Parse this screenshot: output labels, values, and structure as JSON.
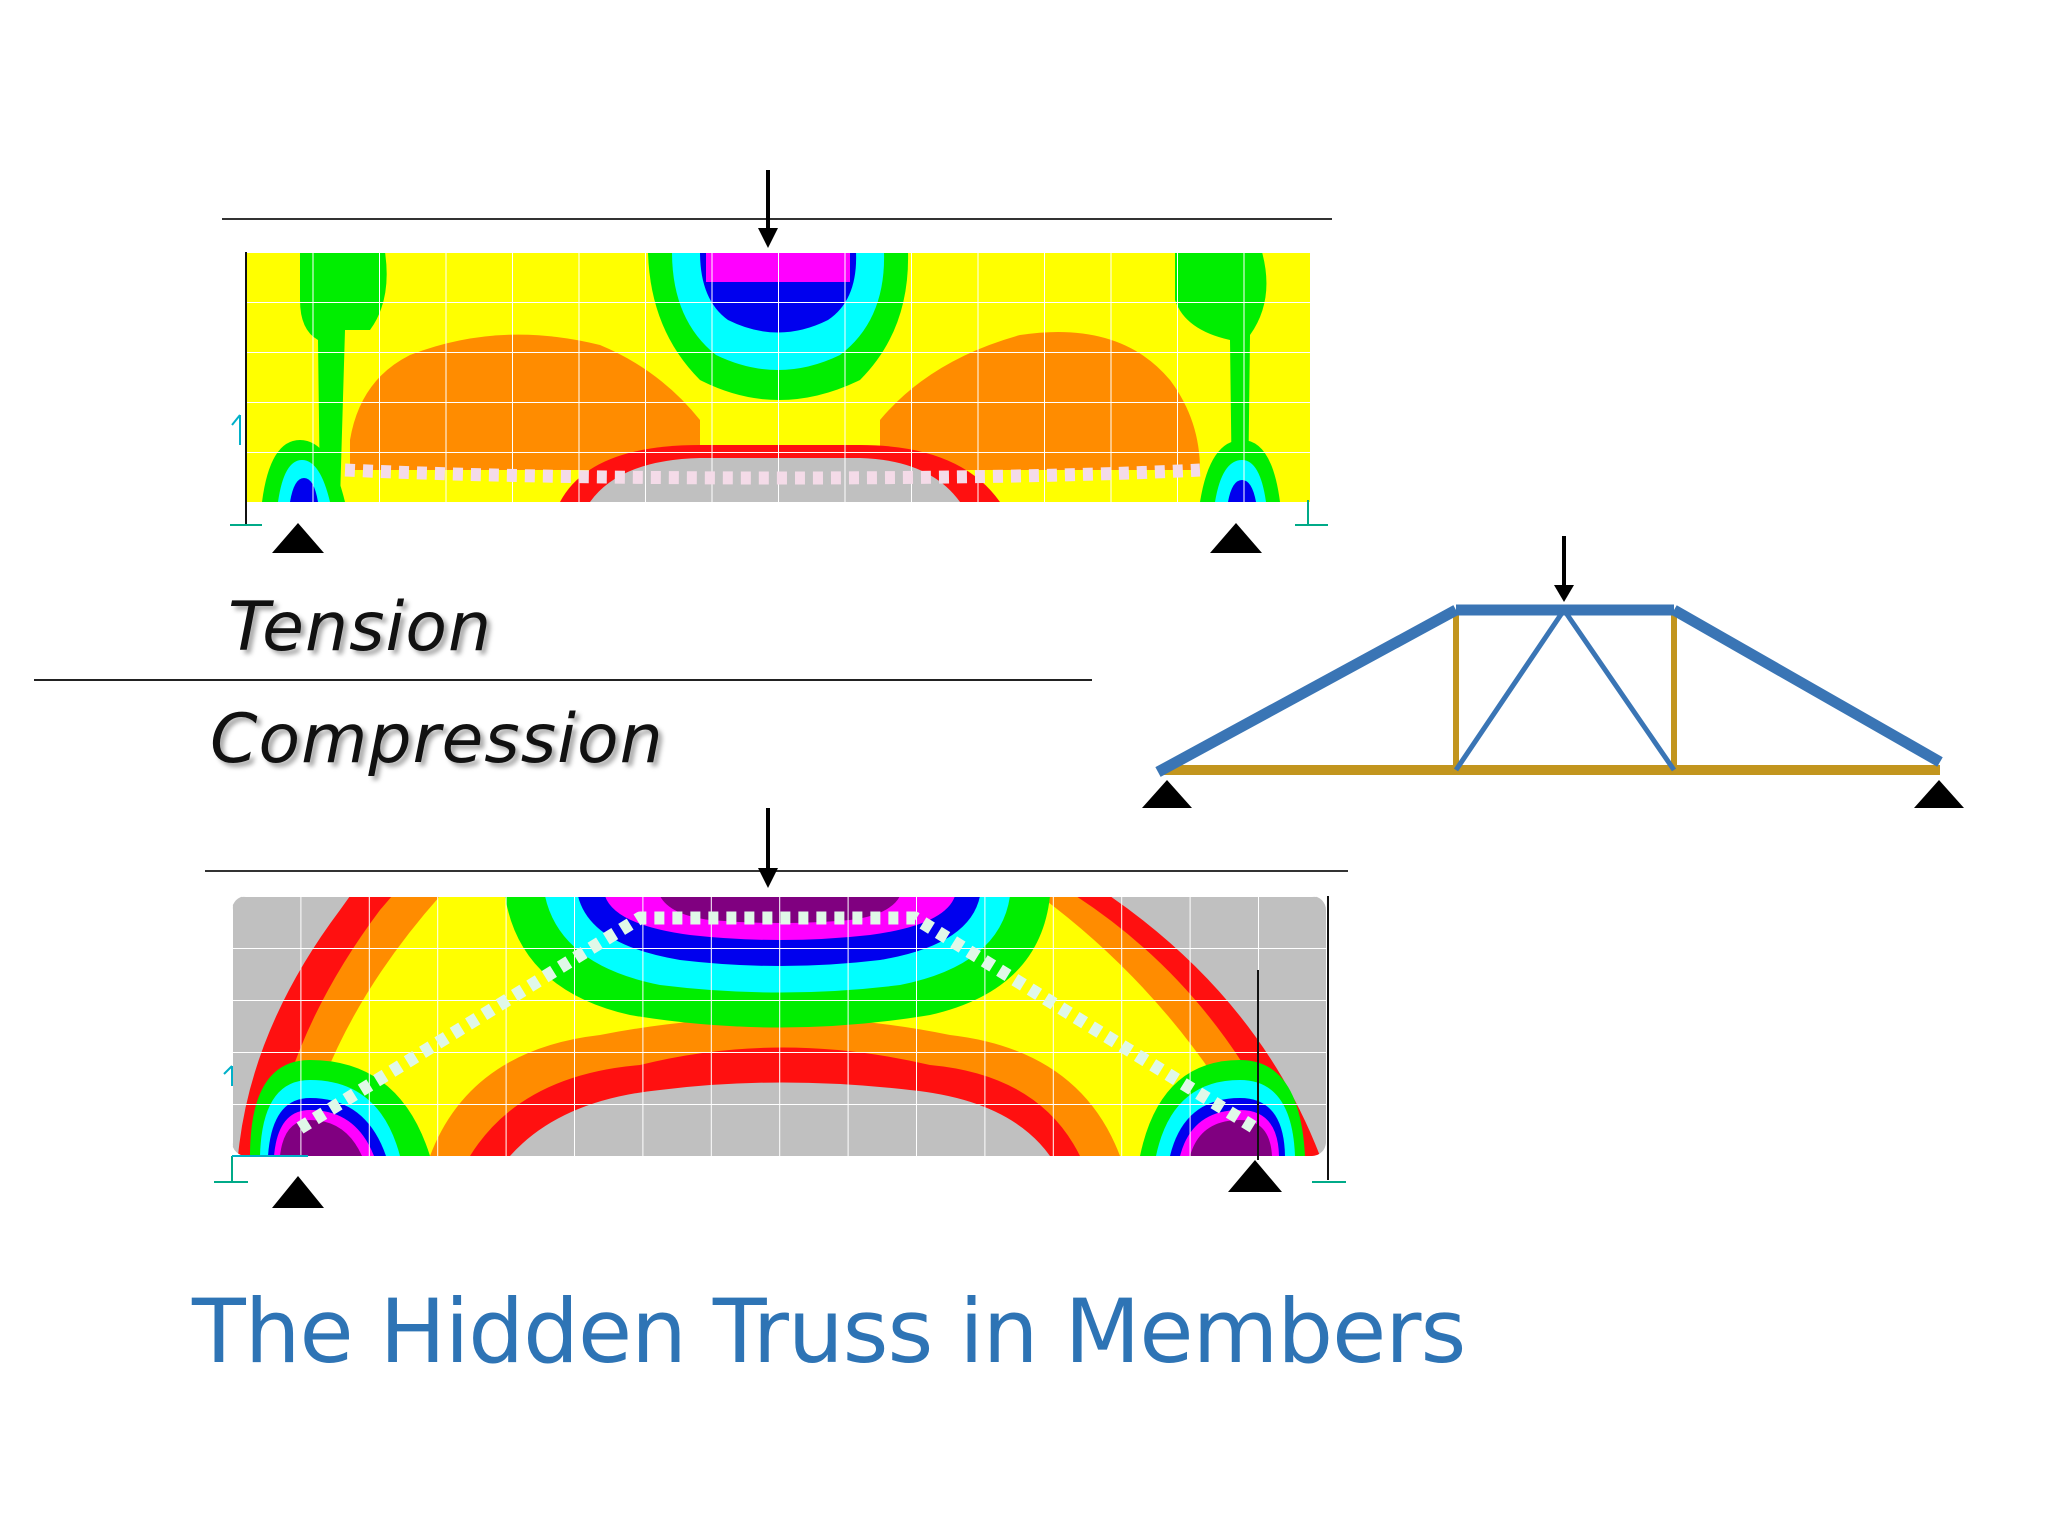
{
  "labels": {
    "tension": "Tension",
    "compression": "Compression",
    "title": "The Hidden Truss in Members"
  },
  "colors": {
    "title": "#2e74b5",
    "truss_compression_member": "#3a75b5",
    "truss_tension_member": "#c2951e",
    "contour_scale": [
      "#800080",
      "#ff00ff",
      "#0000ff",
      "#00ffff",
      "#00ff00",
      "#ffff00",
      "#ff8800",
      "#ff0000",
      "#c0c0c0"
    ]
  },
  "icons": [
    "load-arrow-icon",
    "support-triangle-icon",
    "axis-triad-icon"
  ],
  "diagrams": {
    "top_beam": "tension stress contour with dotted tension tie path",
    "bottom_beam": "compression stress contour with dotted compression strut path",
    "truss": "equivalent truss with point load at apex"
  }
}
